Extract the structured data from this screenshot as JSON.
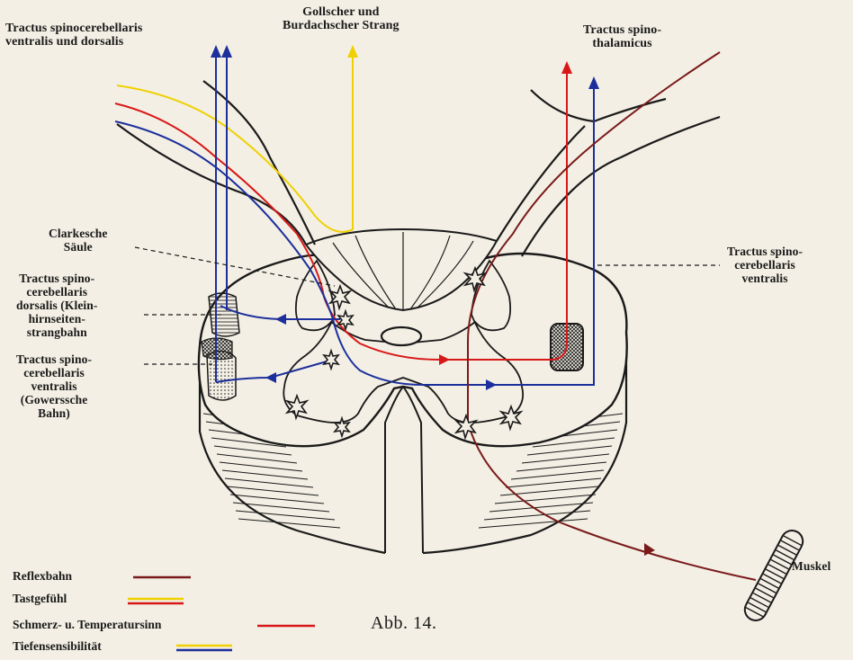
{
  "labels": {
    "tract_spinocerebellaris_top": "Tractus spinocerebellaris\nventralis und dorsalis",
    "goll_burdach": "Gollscher und\nBurdachscher Strang",
    "spinothalamicus": "Tractus spino-\nthalamicus",
    "clarke": "Clarkesche\nSäule",
    "spinocerebellaris_ventralis_right": "Tractus spino-\ncerebellaris\nventralis",
    "spinocerebellaris_dorsalis_left": "Tractus spino-\ncerebellaris\ndorsalis (Klein-\nhirnseiten-\nstrangbahn",
    "spinocerebellaris_ventralis_left": "Tractus spino-\ncerebellaris\nventralis\n(Gowerssche\nBahn)",
    "muskel": "Muskel"
  },
  "legend": [
    {
      "label": "Reflexbahn",
      "colors": [
        "#7a1a1a"
      ]
    },
    {
      "label": "Tastgefühl",
      "colors": [
        "#f0d000",
        "#d81818"
      ]
    },
    {
      "label": "Schmerz- u. Temperatursinn",
      "colors": [
        "#d81818"
      ]
    },
    {
      "label": "Tiefensensibilität",
      "colors": [
        "#f0d000",
        "#1c2f9c"
      ]
    }
  ],
  "caption": "Abb. 14.",
  "colors": {
    "reflex": "#7a1a1a",
    "touch": "#f0d000",
    "pain": "#d81818",
    "deep": "#1c2f9c",
    "paper": "#f3efe4",
    "ink": "#1a1a1a"
  }
}
